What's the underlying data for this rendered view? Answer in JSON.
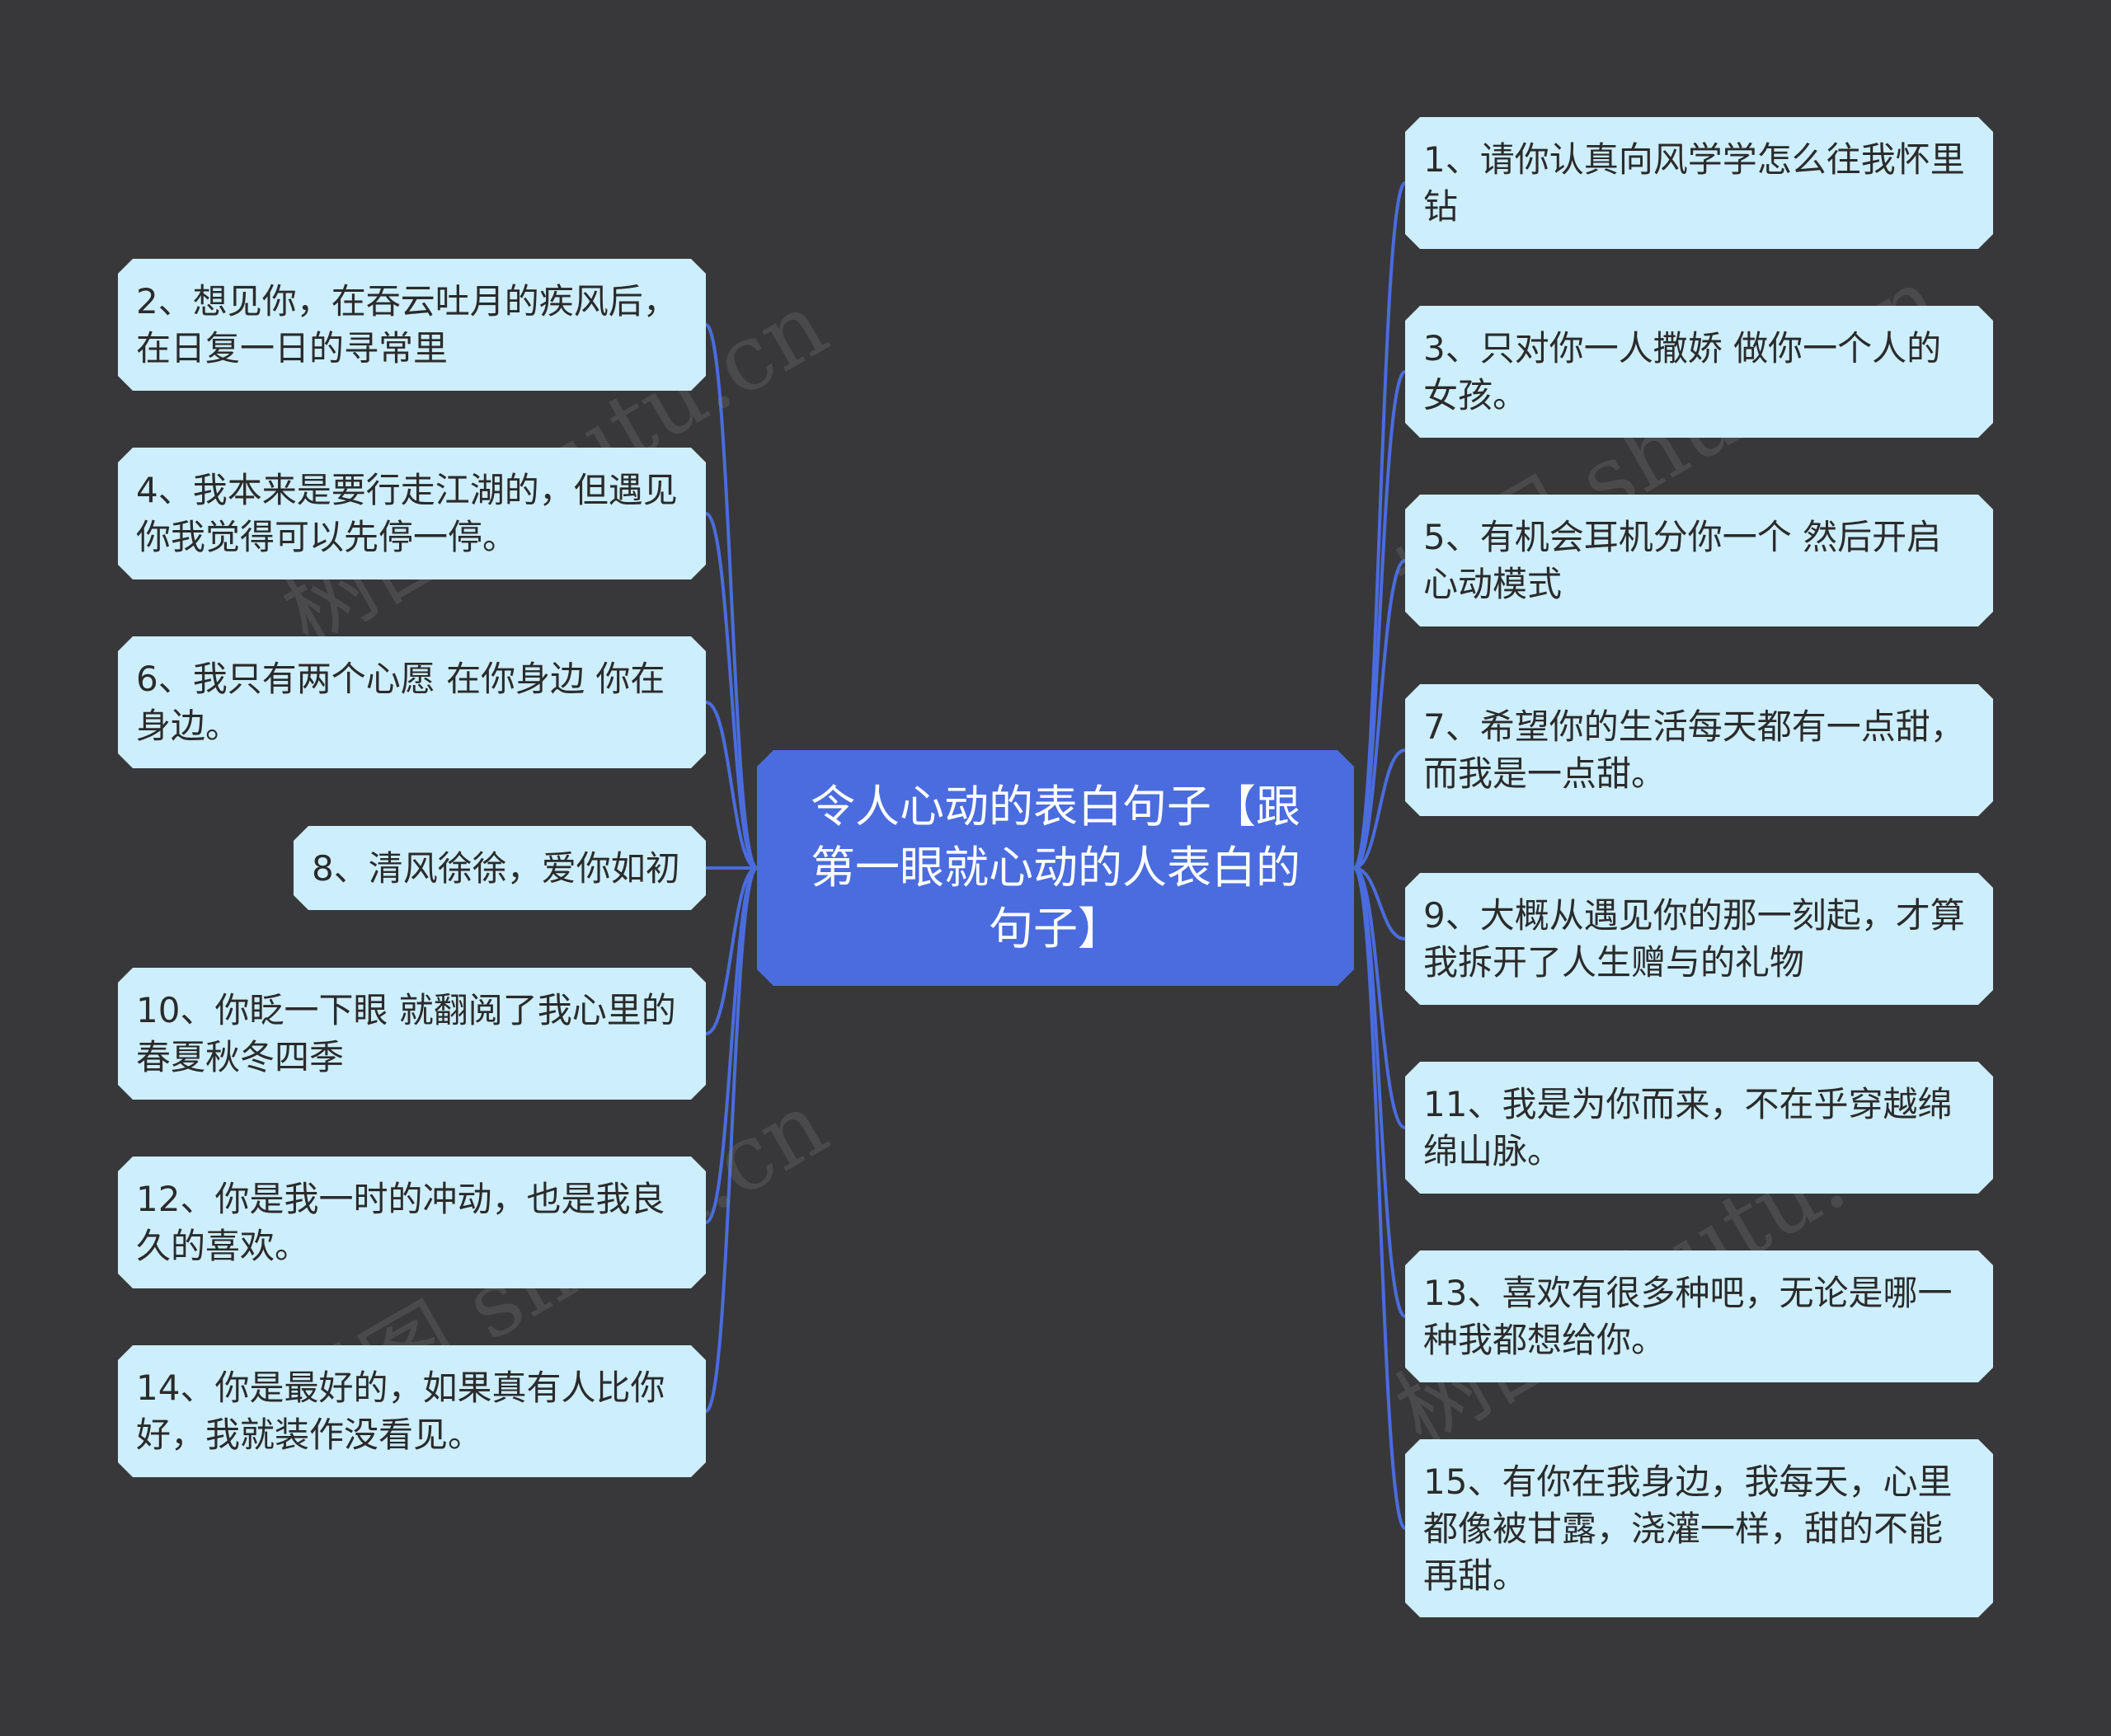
{
  "colors": {
    "background": "#38383a",
    "center_fill": "#4a6cde",
    "leaf_fill": "#cdeefc",
    "connector": "#4a6cde"
  },
  "center": {
    "title": "令人心动的表白句子【跟第一眼就心动的人表白的句子】"
  },
  "left_nodes": [
    {
      "text": "2、想见你，在吞云吐月的疾风后，在日复一日的寻常里"
    },
    {
      "text": "4、我本来是要行走江湖的，但遇见你我觉得可以先停一停。"
    },
    {
      "text": "6、我只有两个心愿 在你身边 你在身边。"
    },
    {
      "text": "8、清风徐徐，爱你如初"
    },
    {
      "text": "10、你眨一下眼 就翻阅了我心里的春夏秋冬四季"
    },
    {
      "text": "12、你是我一时的冲动，也是我良久的喜欢。"
    },
    {
      "text": "14、你是最好的，如果真有人比你好，我就装作没看见。"
    }
  ],
  "right_nodes": [
    {
      "text": "1、请你认真向风学学怎么往我怀里钻"
    },
    {
      "text": "3、只对你一人撒娇 做你一个人的女孩。"
    },
    {
      "text": "5、有机会耳机分你一个 然后开启心动模式"
    },
    {
      "text": "7、希望你的生活每天都有一点甜，而我是一点甜。"
    },
    {
      "text": "9、大概从遇见你的那一刻起，才算我拆开了人生赠与的礼物"
    },
    {
      "text": "11、我是为你而来，不在乎穿越绵绵山脉。"
    },
    {
      "text": "13、喜欢有很多种吧，无论是哪一种我都想给你。"
    },
    {
      "text": "15、有你在我身边，我每天，心里都像被甘露，浇灌一样，甜的不能再甜。"
    }
  ],
  "watermarks": [
    "树图 shutu.cn",
    "树图 shutu.cn",
    "树图 shutu.cn",
    "树图 shutu.cn"
  ]
}
